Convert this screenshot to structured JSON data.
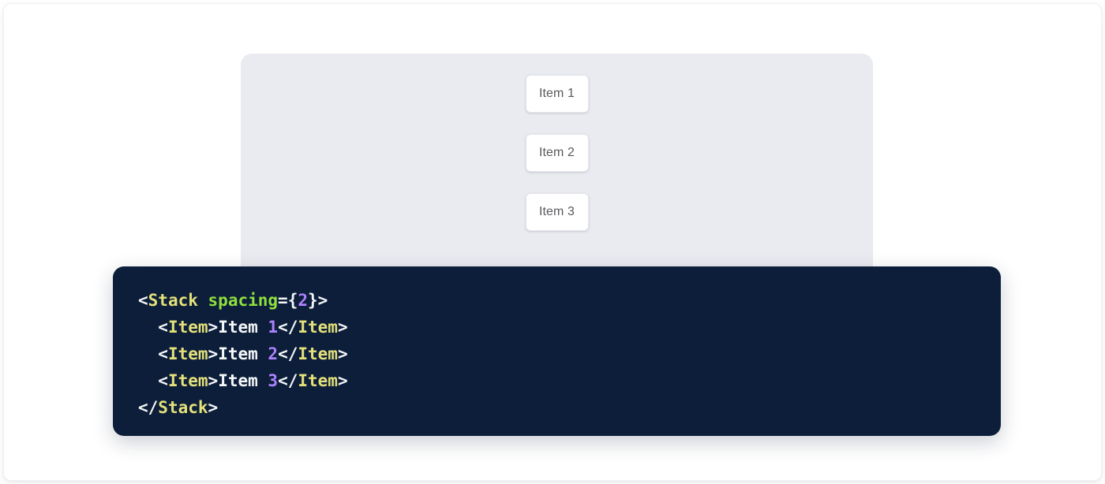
{
  "preview": {
    "panel_bg": "#e9ebf0",
    "layout": "vertical-stack",
    "items": [
      {
        "label": "Item 1"
      },
      {
        "label": "Item 2"
      },
      {
        "label": "Item 3"
      }
    ]
  },
  "code": {
    "background": "#0c1e39",
    "language": "jsx",
    "colors": {
      "tag": "#e4e07a",
      "attribute": "#8fdf3e",
      "number": "#ae81ff",
      "punctuation": "#f4f6f8",
      "text": "#f4f6f8"
    },
    "lines": [
      {
        "indent": "",
        "tokens": [
          {
            "t": "punct",
            "v": "<"
          },
          {
            "t": "tag",
            "v": "Stack"
          },
          {
            "t": "text",
            "v": " "
          },
          {
            "t": "attr",
            "v": "spacing"
          },
          {
            "t": "punct",
            "v": "={"
          },
          {
            "t": "num",
            "v": "2"
          },
          {
            "t": "punct",
            "v": "}>"
          }
        ]
      },
      {
        "indent": "  ",
        "tokens": [
          {
            "t": "punct",
            "v": "<"
          },
          {
            "t": "tag",
            "v": "Item"
          },
          {
            "t": "punct",
            "v": ">"
          },
          {
            "t": "text",
            "v": "Item "
          },
          {
            "t": "num",
            "v": "1"
          },
          {
            "t": "punct",
            "v": "</"
          },
          {
            "t": "tag",
            "v": "Item"
          },
          {
            "t": "punct",
            "v": ">"
          }
        ]
      },
      {
        "indent": "  ",
        "tokens": [
          {
            "t": "punct",
            "v": "<"
          },
          {
            "t": "tag",
            "v": "Item"
          },
          {
            "t": "punct",
            "v": ">"
          },
          {
            "t": "text",
            "v": "Item "
          },
          {
            "t": "num",
            "v": "2"
          },
          {
            "t": "punct",
            "v": "</"
          },
          {
            "t": "tag",
            "v": "Item"
          },
          {
            "t": "punct",
            "v": ">"
          }
        ]
      },
      {
        "indent": "  ",
        "tokens": [
          {
            "t": "punct",
            "v": "<"
          },
          {
            "t": "tag",
            "v": "Item"
          },
          {
            "t": "punct",
            "v": ">"
          },
          {
            "t": "text",
            "v": "Item "
          },
          {
            "t": "num",
            "v": "3"
          },
          {
            "t": "punct",
            "v": "</"
          },
          {
            "t": "tag",
            "v": "Item"
          },
          {
            "t": "punct",
            "v": ">"
          }
        ]
      },
      {
        "indent": "",
        "tokens": [
          {
            "t": "punct",
            "v": "</"
          },
          {
            "t": "tag",
            "v": "Stack"
          },
          {
            "t": "punct",
            "v": ">"
          }
        ]
      }
    ]
  }
}
